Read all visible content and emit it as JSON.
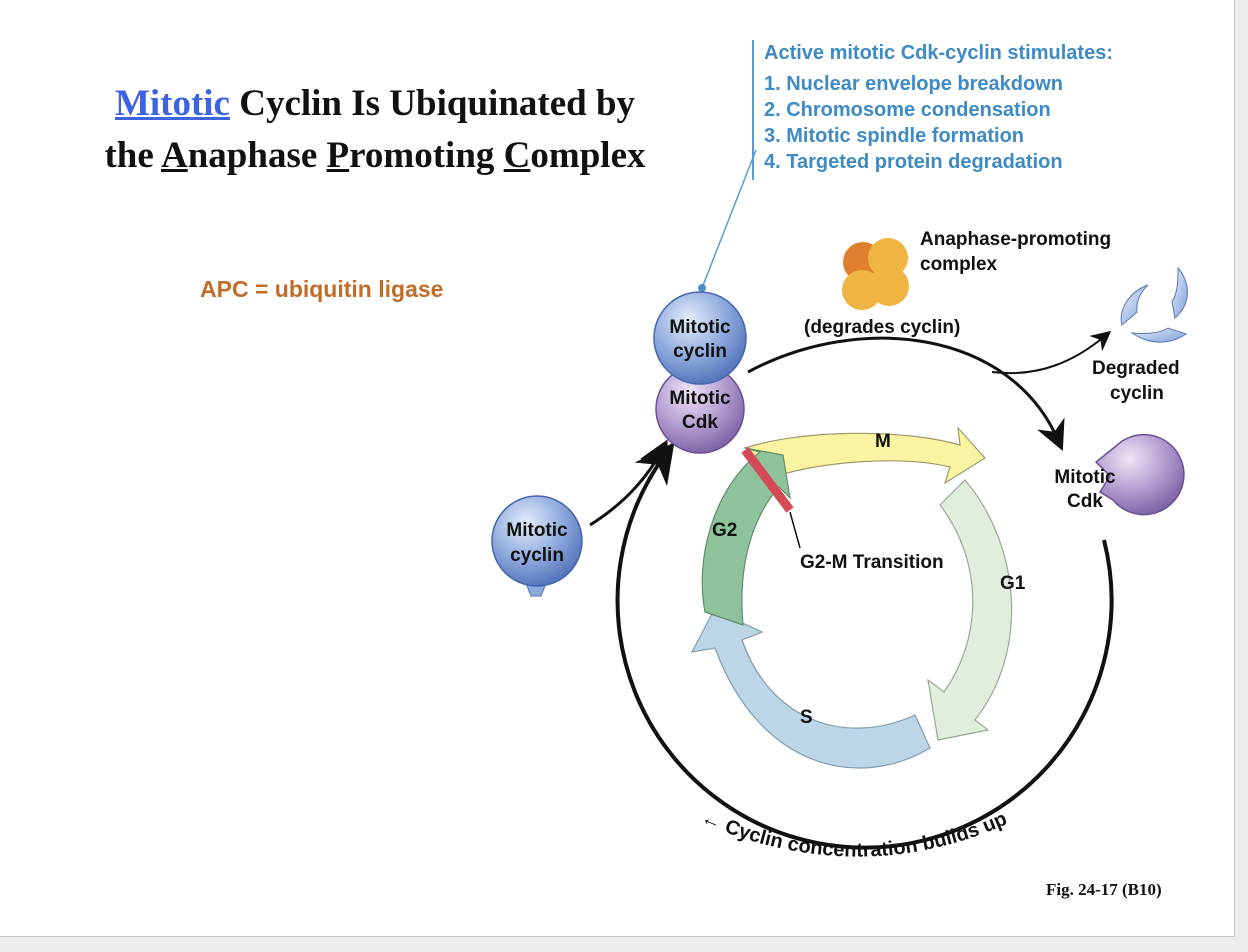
{
  "title": {
    "word_link": "Mitotic",
    "line1_rest": " Cyclin Is Ubiquinated by",
    "line2_pre": "the ",
    "a_letter": "A",
    "a_rest": "naphase ",
    "p_letter": "P",
    "p_rest": "romoting ",
    "c_letter": "C",
    "c_rest": "omplex"
  },
  "apc_label": "APC = ubiquitin ligase",
  "note": {
    "heading": "Active mitotic Cdk-cyclin stimulates:",
    "items": [
      "1. Nuclear envelope breakdown",
      "2. Chromosome condensation",
      "3. Mitotic spindle formation",
      "4. Targeted protein degradation"
    ]
  },
  "diagram": {
    "apc_name_line1": "Anaphase-promoting",
    "apc_name_line2": "complex",
    "degrades": "(degrades cyclin)",
    "degraded_line1": "Degraded",
    "degraded_line2": "cyclin",
    "cyclin_top_line1": "Mitotic",
    "cyclin_top_line2": "cyclin",
    "cdk_top_line1": "Mitotic",
    "cdk_top_line2": "Cdk",
    "cyclin_left_line1": "Mitotic",
    "cyclin_left_line2": "cyclin",
    "cdk_right_line1": "Mitotic",
    "cdk_right_line2": "Cdk",
    "phase_m": "M",
    "phase_g1": "G1",
    "phase_s": "S",
    "phase_g2": "G2",
    "transition": "G2-M Transition",
    "buildup": "← Cyclin concentration builds up",
    "colors": {
      "cyclin": "#7f9fd8",
      "cdk": "#ad93c9",
      "apc_dark": "#e0802e",
      "apc_light": "#f0b442",
      "m_phase": "#faf3a2",
      "g1_phase": "#e1eedd",
      "s_phase": "#bcd6e7",
      "g2_phase": "#8fc39b",
      "transition_bar": "#d44a57",
      "note_text": "#3e8ac4"
    }
  },
  "figure_label": "Fig. 24-17 (B10)"
}
